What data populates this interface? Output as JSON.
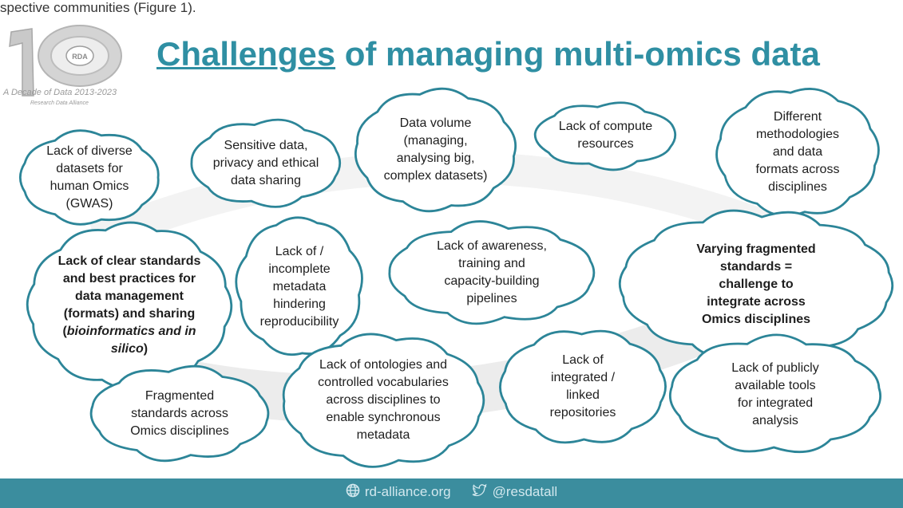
{
  "top_fragment": "spective communities (Figure 1).",
  "logo": {
    "tagline": "A Decade of Data 2013-2023",
    "sub": "Research Data Alliance",
    "badge": "RDA",
    "numeral": "10"
  },
  "title": {
    "underlined": "Challenges",
    "rest": " of managing multi-omics data"
  },
  "clouds": [
    {
      "id": "diverse-datasets",
      "lines": [
        "Lack of diverse",
        "datasets for",
        "human Omics",
        "(GWAS)"
      ],
      "bold": false
    },
    {
      "id": "sensitive-data",
      "lines": [
        "Sensitive data,",
        "privacy and ethical",
        "data sharing"
      ],
      "bold": false
    },
    {
      "id": "data-volume",
      "lines": [
        "Data volume",
        "(managing,",
        "analysing big,",
        "complex datasets)"
      ],
      "bold": false
    },
    {
      "id": "compute-resources",
      "lines": [
        "Lack of compute",
        "resources"
      ],
      "bold": false
    },
    {
      "id": "different-methodologies",
      "lines": [
        "Different",
        "methodologies",
        "and data",
        "formats across",
        "disciplines"
      ],
      "bold": false
    },
    {
      "id": "clear-standards",
      "lines": [
        "Lack of clear standards",
        "and best practices for",
        "data management",
        "(formats) and sharing",
        "(bioinformatics and in",
        "silico)"
      ],
      "bold": true
    },
    {
      "id": "incomplete-metadata",
      "lines": [
        "Lack of /",
        "incomplete",
        "metadata",
        "hindering",
        "reproducibility"
      ],
      "bold": false
    },
    {
      "id": "awareness-training",
      "lines": [
        "Lack of awareness,",
        "training and",
        "capacity-building",
        "pipelines"
      ],
      "bold": false
    },
    {
      "id": "varying-standards",
      "lines": [
        "Varying fragmented",
        "standards =",
        "challenge to",
        "integrate across",
        "Omics disciplines"
      ],
      "bold": true
    },
    {
      "id": "fragmented-standards",
      "lines": [
        "Fragmented",
        "standards across",
        "Omics disciplines"
      ],
      "bold": false
    },
    {
      "id": "ontologies",
      "lines": [
        "Lack of ontologies and",
        "controlled vocabularies",
        "across disciplines to",
        "enable synchronous",
        "metadata"
      ],
      "bold": false
    },
    {
      "id": "linked-repositories",
      "lines": [
        "Lack of",
        "integrated /",
        "linked",
        "repositories"
      ],
      "bold": false
    },
    {
      "id": "public-tools",
      "lines": [
        "Lack of publicly",
        "available tools",
        "for integrated",
        "analysis"
      ],
      "bold": false
    }
  ],
  "footer": {
    "website": "rd-alliance.org",
    "twitter": "@resdatall"
  },
  "colors": {
    "title": "#2f8fa3",
    "cloud_stroke": "#2c8598",
    "footer_bg": "#3b8d9e"
  }
}
